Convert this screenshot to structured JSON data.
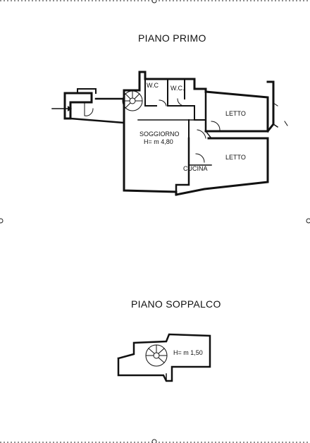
{
  "floors": [
    {
      "title": "PIANO PRIMO",
      "rooms": {
        "wc1": "W.C",
        "wc2": "W.C.",
        "living": "SOGGIORNO",
        "living_height": "H= m 4,80",
        "bedroom1": "LETTO",
        "bedroom2": "LETTO",
        "kitchen": "CUCINA"
      }
    },
    {
      "title": "PIANO SOPPALCO",
      "rooms": {
        "mezzanine_height": "H= m 1,50"
      }
    }
  ]
}
